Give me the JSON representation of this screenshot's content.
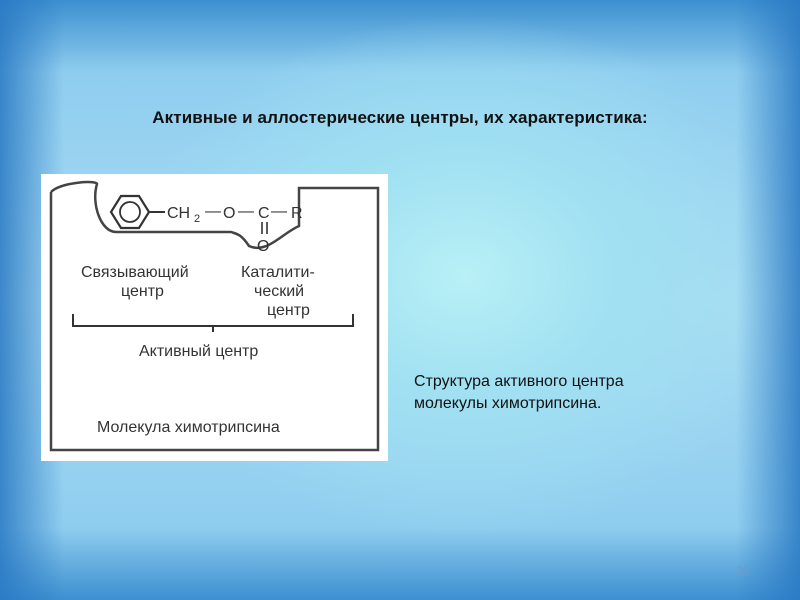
{
  "slide": {
    "title": "Активные и аллостерические центры, их характеристика:",
    "figure": {
      "formula": {
        "ch2": "CH",
        "ch2_sub": "2",
        "bond1": "—",
        "o": "O",
        "bond2": "—",
        "c": "C",
        "bond3": "—",
        "r": "R",
        "carbonyl_o": "O"
      },
      "binding_center": [
        "Связывающий",
        "центр"
      ],
      "catalytic_center": [
        "Каталити-",
        "ческий",
        "центр"
      ],
      "active_center": "Активный центр",
      "molecule": "Молекула химотрипсина"
    },
    "caption_lines": [
      "Структура активного центра",
      "молекулы химотрипсина."
    ],
    "page_number": "26"
  }
}
